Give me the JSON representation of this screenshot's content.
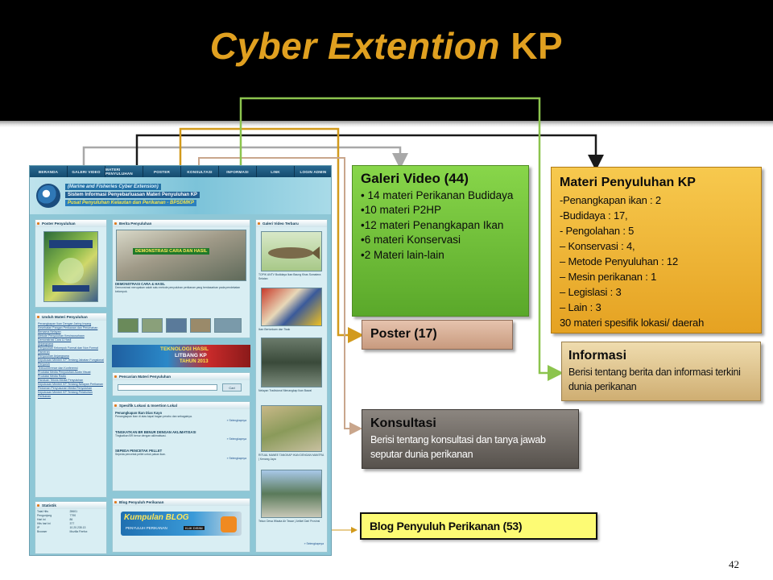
{
  "slide": {
    "title_italic": "Cyber Extention",
    "title_regular": "KP",
    "page_number": "42"
  },
  "website": {
    "nav_tabs": [
      "Beranda",
      "Galeri Video",
      "Materi Penyuluhan",
      "Poster",
      "Konsultasi",
      "Informasi",
      "Link",
      "Login Admin"
    ],
    "banner": {
      "line1": "(Marine and Fisheries Cyber Extension)",
      "line2": "Sistem Informasi Penyebarluasan Materi Penyuluhan KP",
      "line3": "Pusat Penyuluhan Kelautan dan Perikanan - BPSDMKP"
    },
    "poster_panel": {
      "title": "Poster Penyuluhan"
    },
    "download_panel": {
      "title": "Unduh Materi Penyuluhan",
      "links": [
        "Penangkapan Ikan Dengan Jaring Insang",
        "Kesehatan Pangan Perikanan dan Perumahan Bersama Nelayan",
        "Metode Penyuluhan Kewirausahaan",
        "Demonstrasi Cara & Hasil",
        "Anjangsana",
        "Penyuluhan Kelompok Formal dan Non Formal",
        "Pameran",
        "Penyuluhan Anjangsana",
        "Keputusan Menteri KP Tentang Jabatan Fungsional Penyuluh",
        "Teleconference dan Konferensi",
        "Produksi Media Penyuluhan Audio Visual",
        "Produksi Media Radio",
        "Panduan Teknis Media Penyuluhan",
        "Keputusan Menteri KP Tentang Nelayan Perikanan",
        "Pedoman Penyusunan Media Penyuluhan",
        "Keputusan Menteri KP Tentang Pelabuhan Perikanan"
      ]
    },
    "stats_panel": {
      "title": "Statistik",
      "rows": [
        [
          "Total Hits",
          "28601"
        ],
        [
          "Pengunjung",
          "7790"
        ],
        [
          "Hari ini",
          "86"
        ],
        [
          "Hits hari ini",
          "377"
        ],
        [
          "IP",
          "10.20.235.13"
        ],
        [
          "Browser",
          "Mozilla Firefox"
        ]
      ]
    },
    "news_panel": {
      "title": "Berita Penyuluhan",
      "image_caption": "DEMONSTRASI CARA DAN HASIL",
      "article_title": "DEMONSTRASI CARA & HASIL",
      "article_text": "Demonstrasi merupakan salah satu metode penyuluhan perikanan yang berdasarkan pada pendekatan kelompok.",
      "more": "» selengkapnya"
    },
    "tech_banner": {
      "line1": "TEKNOLOGI HASIL",
      "line2": "LITBANG KP",
      "line3": "TAHUN 2013"
    },
    "search_panel": {
      "title": "Pencarian Materi Penyuluhan",
      "button": "Cari"
    },
    "location_panel": {
      "title": "Spesifik Lokasi & Insertion Lokal",
      "articles": [
        {
          "title": "Penangkapan Ikan Dias Kayo",
          "text": "Penangkapan ikan di atas kapal bagan perahu dan sebagainya.",
          "more": "» Selengkapnya"
        },
        {
          "title": "TINGKATKAN BR BENUR DENGAN AKLIMATISASI",
          "text": "Tingkatkan BR benur dengan aklimatisasi.",
          "more": "» Selengkapnya"
        },
        {
          "title": "SEPEDA PENCETAK PELLET",
          "text": "Sepeda pencetak pellet untuk pakan ikan.",
          "more": "» Selengkapnya"
        }
      ]
    },
    "blog_panel": {
      "title": "Blog Penyuluh Perikanan",
      "banner_main": "Kumpulan BLOG",
      "banner_sub": "PENYULUH PERIKANAN",
      "banner_click": "KLIK DISINI"
    },
    "video_panel": {
      "title": "Galeri Video Terbaru",
      "captions": [
        "TOPIK ANTV Budidaya Ikan Baung Khas Sumatera Selatan",
        "Ikan Bertonkam dan Tisak",
        "Nelayan Tradisional Menangkap Ikan Bawal",
        "RITUAL MANEE TANGKAP IKAN DENGAN MANTRA | Kenang Jaya",
        "Tekun Desa Wisata Air Tawar | Artikel Dari Provinsi"
      ],
      "more": "» Selengkapnya"
    }
  },
  "callouts": {
    "galeri_video": {
      "title": "Galeri Video (44)",
      "items": [
        "• 14 materi Perikanan Budidaya",
        "•10 materi P2HP",
        "•12 materi Penangkapan Ikan",
        "•6   materi Konservasi",
        "•2   Materi lain-lain"
      ]
    },
    "materi": {
      "title": "Materi Penyuluhan KP",
      "items": [
        "-Penangkapan ikan : 2",
        "-Budidaya : 17,",
        "- Pengolahan : 5",
        "– Konservasi : 4,",
        "– Metode Penyuluhan : 12",
        "– Mesin perikanan : 1",
        "– Legislasi : 3",
        "– Lain : 3",
        "30 materi spesifik lokasi/ daerah"
      ]
    },
    "poster": {
      "title": "Poster (17)"
    },
    "informasi": {
      "title": "Informasi",
      "description": "Berisi tentang berita dan informasi terkini dunia perikanan"
    },
    "konsultasi": {
      "title": "Konsultasi",
      "description": "Berisi tentang konsultasi dan tanya jawab seputar dunia perikanan"
    },
    "blog": {
      "title": "Blog Penyuluh Perikanan (53)"
    }
  },
  "colors": {
    "title": "#e0a020",
    "connector_gray": "#a8a8a8",
    "connector_gold": "#d29a1c",
    "connector_black": "#1a1a1a",
    "connector_green": "#8cc44e",
    "connector_tan": "#c9a68c"
  }
}
